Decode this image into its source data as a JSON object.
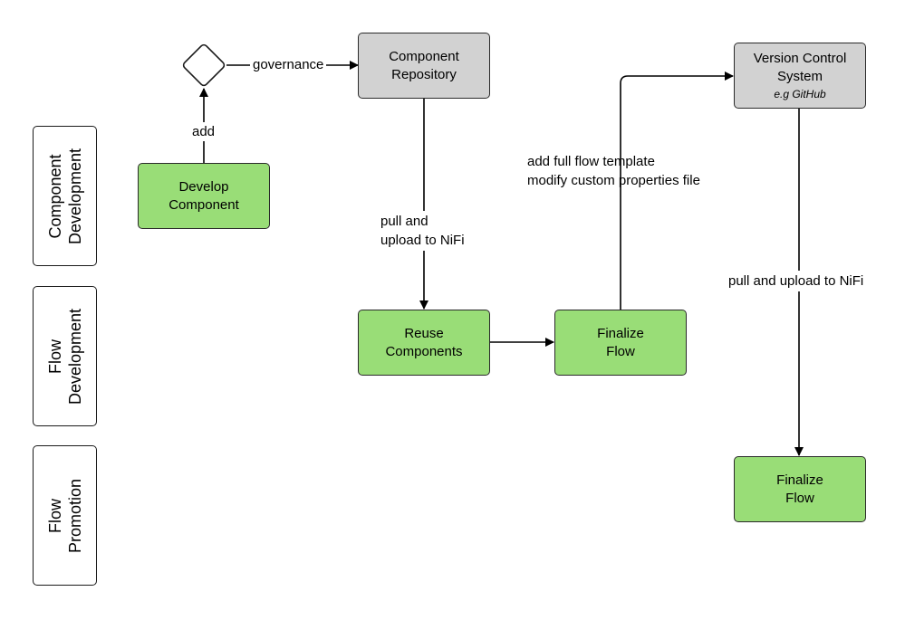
{
  "lanes": [
    {
      "lines": [
        "Component",
        "Development"
      ]
    },
    {
      "lines": [
        "Flow",
        "Development"
      ]
    },
    {
      "lines": [
        "Flow",
        "Promotion"
      ]
    }
  ],
  "nodes": {
    "develop_component": {
      "lines": [
        "Develop",
        "Component"
      ]
    },
    "component_repository": {
      "lines": [
        "Component",
        "Repository"
      ]
    },
    "reuse_components": {
      "lines": [
        "Reuse",
        "Components"
      ]
    },
    "finalize_flow_dev": {
      "lines": [
        "Finalize",
        "Flow"
      ]
    },
    "version_control": {
      "lines": [
        "Version Control",
        "System"
      ],
      "subtitle": "e.g GitHub"
    },
    "finalize_flow_promo": {
      "lines": [
        "Finalize",
        "Flow"
      ]
    }
  },
  "edge_labels": {
    "add": "add",
    "governance": "governance",
    "pull_upload_1": [
      "pull and",
      "upload to NiFi"
    ],
    "add_template": [
      "add full flow template",
      "modify custom properties file"
    ],
    "pull_upload_2": "pull and upload to NiFi"
  },
  "colors": {
    "activity_fill": "#99dd77",
    "store_fill": "#d2d2d2",
    "stroke": "#1a1a1a"
  }
}
